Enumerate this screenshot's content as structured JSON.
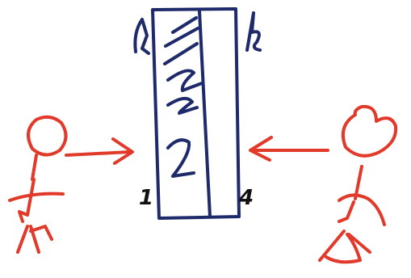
{
  "diagram": {
    "colors": {
      "ink_blue": "#1f2a6b",
      "ink_red": "#e23a2a",
      "ink_black": "#111111",
      "background": "#ffffff"
    },
    "labels": {
      "bottom_left": "1",
      "bottom_right": "4"
    },
    "icons": {
      "left_figure": "stick-figure-person",
      "right_figure": "stick-figure-person-heart-head",
      "left_arrow": "arrow-right",
      "right_arrow": "arrow-left",
      "sheet": "hand-drawn-page-with-lines"
    }
  }
}
